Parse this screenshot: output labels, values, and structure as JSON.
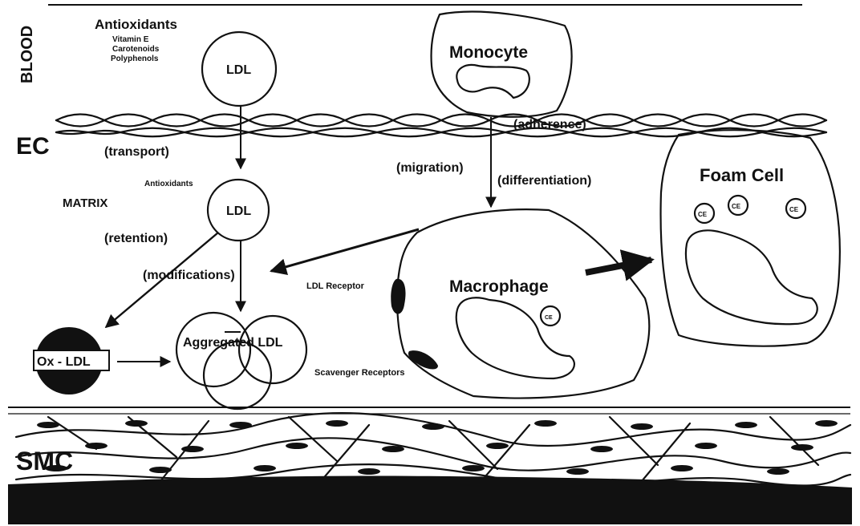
{
  "compartments": {
    "blood": "BLOOD",
    "ec": "EC",
    "matrix": "MATRIX",
    "smc": "SMC"
  },
  "antioxidants": {
    "title": "Antioxidants",
    "items": [
      "Vitamin E",
      "Carotenoids",
      "Polyphenols"
    ],
    "matrix_label": "Antioxidants"
  },
  "particles": {
    "ldl_blood": "LDL",
    "ldl_matrix": "LDL",
    "ox_ldl": "Ox - LDL",
    "aggregated_ldl": "Aggregated LDL"
  },
  "cells": {
    "monocyte": "Monocyte",
    "macrophage": "Macrophage",
    "foam_cell": "Foam  Cell",
    "ce": "CE"
  },
  "processes": {
    "transport": "(transport)",
    "retention": "(retention)",
    "modifications": "(modifications)",
    "adherence": "(adherence)",
    "migration": "(migration)",
    "differentiation": "(differentiation)"
  },
  "receptors": {
    "ldl_receptor": "LDL Receptor",
    "scavenger": "Scavenger Receptors"
  },
  "colors": {
    "ink": "#111111",
    "paper": "#ffffff"
  }
}
